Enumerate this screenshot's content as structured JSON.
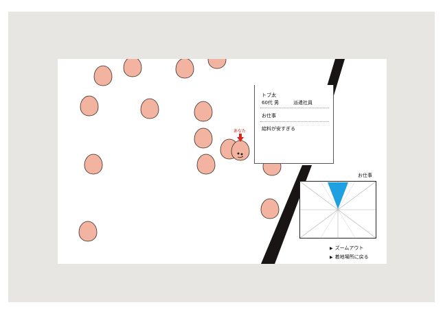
{
  "you_label": "あなた",
  "selected_character": {
    "name": "トブ太",
    "age_gender": "60代 男",
    "role": "派遣社員",
    "section_label": "お仕事",
    "thought": "給料が安すぎる"
  },
  "minimap": {
    "title": "お仕事"
  },
  "menu": [
    {
      "label": "ズームアウト"
    },
    {
      "label": "着地場所に戻る"
    }
  ],
  "colors": {
    "frame_bg": "#e7e6e2",
    "character_fill": "#f2b4a0",
    "you_marker": "#d9261c",
    "view_cone": "#1fa0e0",
    "road": "#1a1515"
  },
  "icons": {
    "you_marker": "red-down-arrow-icon",
    "menu_bullet": "triangle-right-icon"
  }
}
